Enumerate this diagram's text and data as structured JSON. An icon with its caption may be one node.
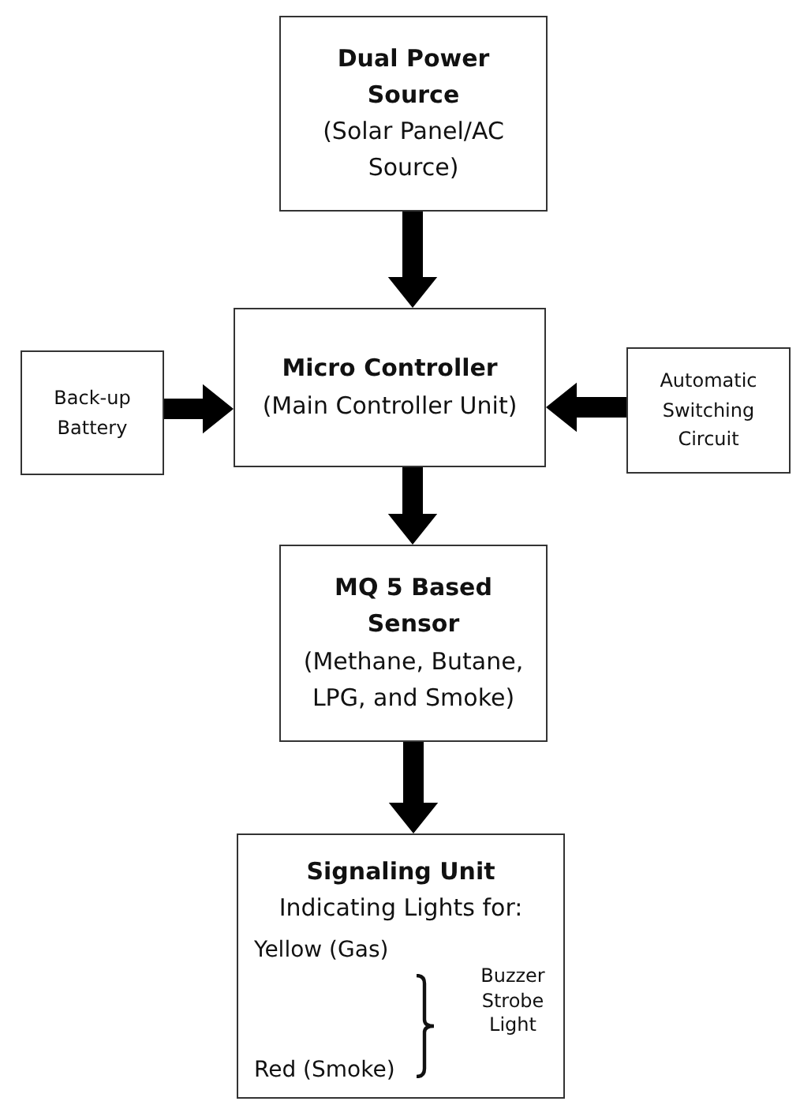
{
  "diagram": {
    "nodes": [
      {
        "text": [
          "Dual Power Source",
          "(Solar Panel/AC Source)"
        ]
      },
      {
        "text": [
          "Micro Controller",
          "(Main Controller Unit)"
        ]
      },
      {
        "text": [
          "Back-up Battery"
        ]
      },
      {
        "text": [
          "Automatic Switching Circuit"
        ]
      },
      {
        "text": [
          "MQ 5 Based Sensor",
          "(Methane, Butane, LPG, and Smoke)"
        ]
      },
      {
        "text": [
          "Signaling Unit",
          "Indicating Lights for:",
          "Yellow (Gas)",
          "Red (Smoke)",
          "Buzzer Strobe Light"
        ]
      }
    ],
    "edges": [
      {
        "from": 0,
        "to": 1,
        "arrow": "to",
        "style": "thick"
      },
      {
        "from": 2,
        "to": 1,
        "arrow": "to",
        "style": "thick"
      },
      {
        "from": 3,
        "to": 1,
        "arrow": "to",
        "style": "thick"
      },
      {
        "from": 1,
        "to": 4,
        "arrow": "to",
        "style": "thick"
      },
      {
        "from": 4,
        "to": 5,
        "arrow": "to",
        "style": "thick"
      }
    ]
  }
}
